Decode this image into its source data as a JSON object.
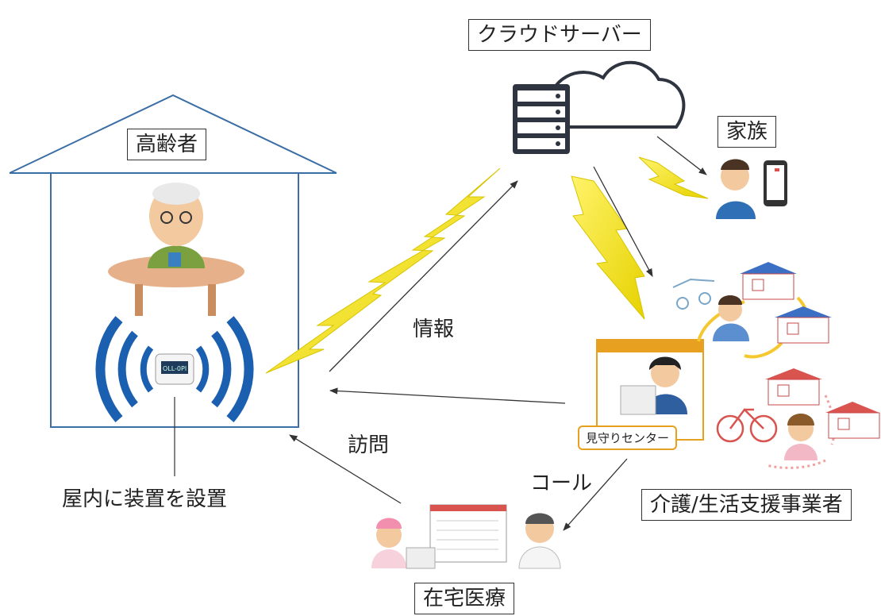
{
  "labels": {
    "cloud_server": "クラウドサーバー",
    "elderly": "高齢者",
    "family": "家族",
    "info": "情報",
    "visit": "訪問",
    "call": "コール",
    "install": "屋内に装置を設置",
    "center": "見守りセンター",
    "care": "介護/生活支援事業者",
    "home_medical": "在宅医療",
    "device_screen": "OLL-0Pl"
  },
  "colors": {
    "lightning": "#f2e600",
    "wave": "#1a5fb0",
    "house_line": "#3a6ea5",
    "center_frame": "#e8a020",
    "server": "#2e3440",
    "cloud": "#2e3440",
    "house_roof_blue": "#3a6fc4",
    "house_roof_red": "#d9534f"
  },
  "icons": [
    "server-icon",
    "cloud-icon",
    "house-icon",
    "elderly-person-icon",
    "sensor-device-icon",
    "lightning-icon",
    "family-person-icon",
    "smartphone-icon",
    "operator-icon",
    "nurse-icon",
    "doctor-icon",
    "monitor-icon",
    "bicycle-icon",
    "care-worker-icon",
    "wheelchair-icon"
  ]
}
